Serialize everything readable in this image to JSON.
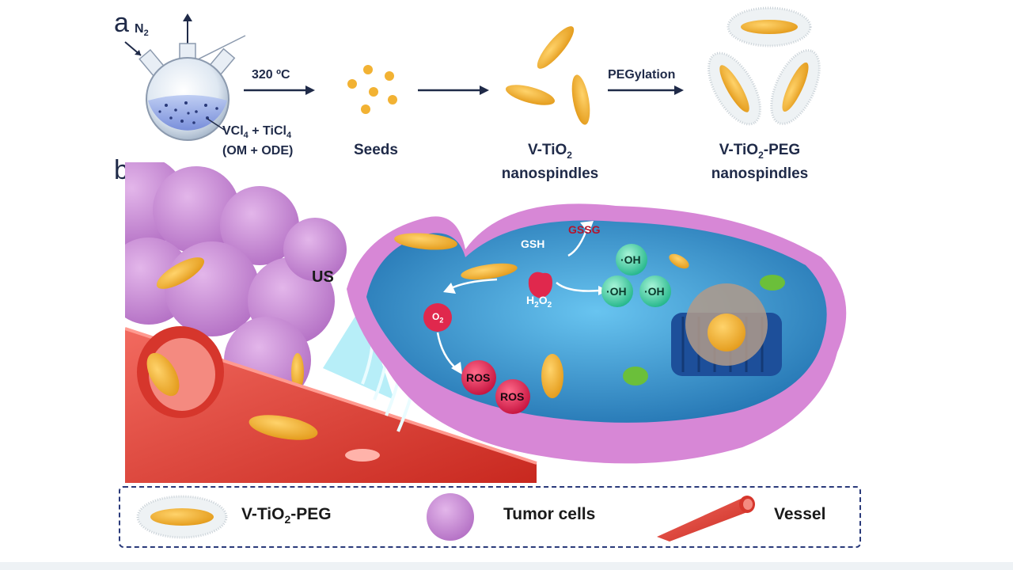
{
  "panels": {
    "a": "a",
    "b": "b"
  },
  "panel_a": {
    "gas": "N",
    "gas_sub": "2",
    "reagent_line1": "VCl",
    "reagent_line1_sub1": "4",
    "reagent_line1_mid": " + TiCl",
    "reagent_line1_sub2": "4",
    "reagent_line2": "(OM + ODE)",
    "temp_label": "320 ºC",
    "seeds_label": "Seeds",
    "spindles_line1": "V-TiO",
    "spindles_line1_sub": "2",
    "spindles_line2": "nanospindles",
    "peg_arrow_label": "PEGylation",
    "peg_line1": "V-TiO",
    "peg_line1_sub": "2",
    "peg_line1_suffix": "-PEG",
    "peg_line2": "nanospindles"
  },
  "panel_b": {
    "us_label": "US",
    "gssg": "GSSG",
    "gsh": "GSH",
    "h2o2": "H",
    "h2o2_sub1": "2",
    "h2o2_mid": "O",
    "h2o2_sub2": "2",
    "oh1": "·OH",
    "oh2": "·OH",
    "oh3": "·OH",
    "o2": "O",
    "o2_sub": "2",
    "ros1": "ROS",
    "ros2": "ROS"
  },
  "legend": {
    "item1_prefix": "V-TiO",
    "item1_sub": "2",
    "item1_suffix": "-PEG",
    "item2": "Tumor cells",
    "item3": "Vessel"
  },
  "colors": {
    "navy": "#1f2a48",
    "spindle": "#f2b233",
    "tumor": "#c98ad3",
    "vessel": "#e0463b",
    "cell_interior": "#2f8fcf",
    "ros": "#e01e4f",
    "oh": "#37c9a0"
  }
}
